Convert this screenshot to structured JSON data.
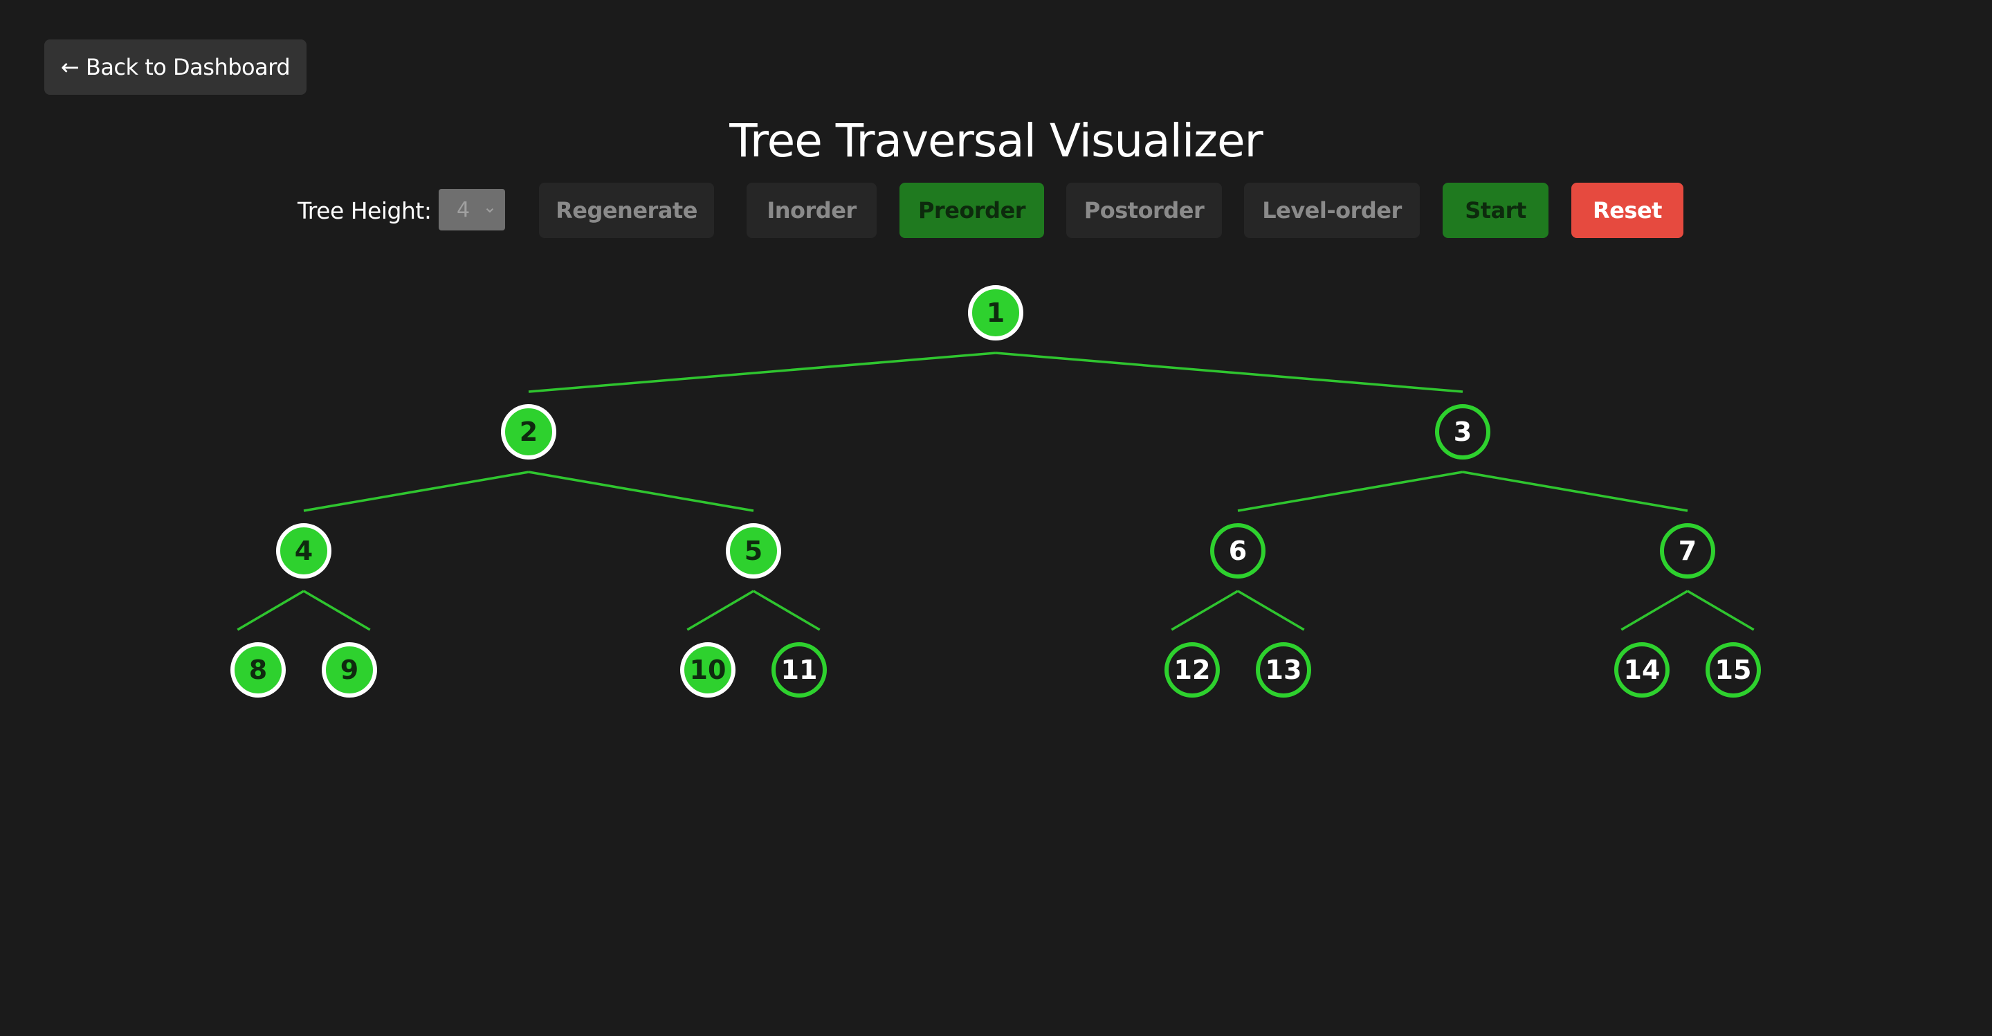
{
  "nav": {
    "back_label": "← Back to Dashboard"
  },
  "header": {
    "title": "Tree Traversal Visualizer"
  },
  "controls": {
    "height_label": "Tree Height:",
    "height_value": "4",
    "regenerate_label": "Regenerate",
    "inorder_label": "Inorder",
    "preorder_label": "Preorder",
    "postorder_label": "Postorder",
    "levelorder_label": "Level-order",
    "start_label": "Start",
    "reset_label": "Reset"
  },
  "tree": {
    "nodes": [
      {
        "label": "1",
        "state": "visited"
      },
      {
        "label": "2",
        "state": "visited"
      },
      {
        "label": "3",
        "state": "unvisited"
      },
      {
        "label": "4",
        "state": "visited"
      },
      {
        "label": "5",
        "state": "visited"
      },
      {
        "label": "6",
        "state": "unvisited"
      },
      {
        "label": "7",
        "state": "unvisited"
      },
      {
        "label": "8",
        "state": "visited"
      },
      {
        "label": "9",
        "state": "visited"
      },
      {
        "label": "10",
        "state": "visited"
      },
      {
        "label": "11",
        "state": "unvisited"
      },
      {
        "label": "12",
        "state": "unvisited"
      },
      {
        "label": "13",
        "state": "unvisited"
      },
      {
        "label": "14",
        "state": "unvisited"
      },
      {
        "label": "15",
        "state": "unvisited"
      }
    ]
  },
  "colors": {
    "background": "#1b1b1b",
    "accent_green": "#2ed12e",
    "edge_green": "#2fc52f",
    "visited_fill": "#2ed12e",
    "visited_border": "#ffffff",
    "unvisited_border": "#2ed12e",
    "reset_red": "#e64a3f",
    "active_button": "#1f7a1f"
  }
}
